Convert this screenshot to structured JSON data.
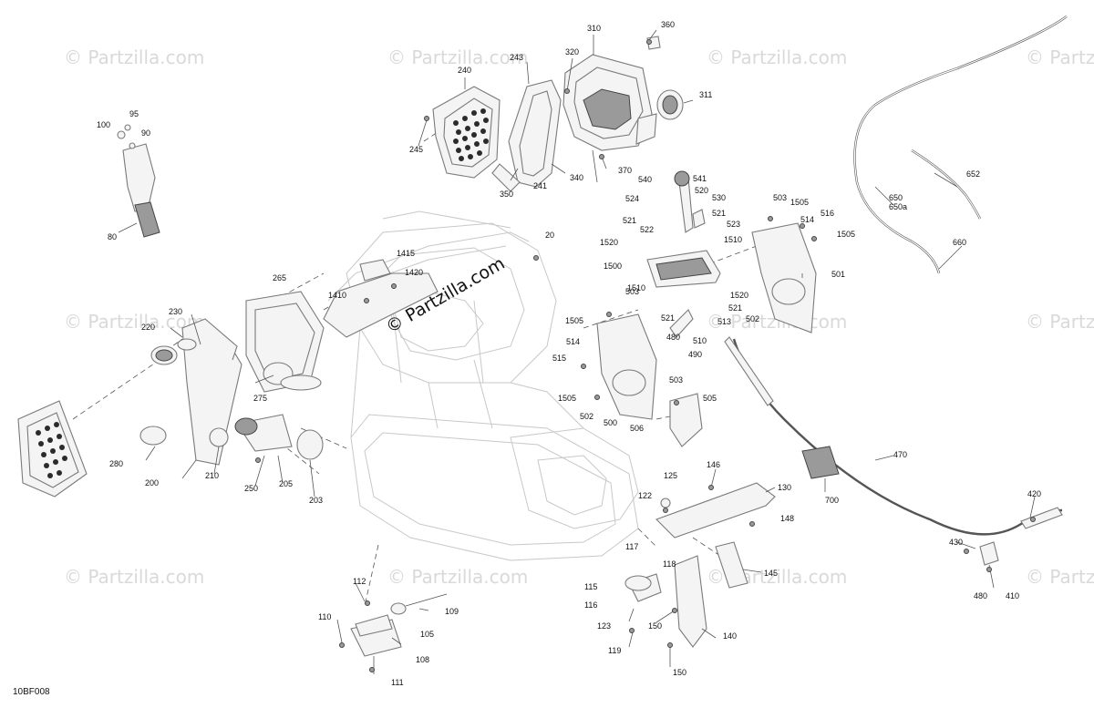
{
  "diagram": {
    "reference_code": "10BF008",
    "watermark_text": "© Partzilla.com",
    "callouts": [
      {
        "id": "c360",
        "label": "360"
      },
      {
        "id": "c310",
        "label": "310"
      },
      {
        "id": "c320",
        "label": "320"
      },
      {
        "id": "c243",
        "label": "243"
      },
      {
        "id": "c240",
        "label": "240"
      },
      {
        "id": "c311",
        "label": "311"
      },
      {
        "id": "c245",
        "label": "245"
      },
      {
        "id": "c370",
        "label": "370"
      },
      {
        "id": "c340",
        "label": "340"
      },
      {
        "id": "c241",
        "label": "241"
      },
      {
        "id": "c350",
        "label": "350"
      },
      {
        "id": "c100",
        "label": "100"
      },
      {
        "id": "c95",
        "label": "95"
      },
      {
        "id": "c90",
        "label": "90"
      },
      {
        "id": "c80",
        "label": "80"
      },
      {
        "id": "c540",
        "label": "540"
      },
      {
        "id": "c541",
        "label": "541"
      },
      {
        "id": "c520a",
        "label": "520"
      },
      {
        "id": "c530",
        "label": "530"
      },
      {
        "id": "c524",
        "label": "524"
      },
      {
        "id": "c521a",
        "label": "521"
      },
      {
        "id": "c522",
        "label": "522"
      },
      {
        "id": "c521b",
        "label": "521"
      },
      {
        "id": "c523",
        "label": "523"
      },
      {
        "id": "c503a",
        "label": "503"
      },
      {
        "id": "c1505a",
        "label": "1505"
      },
      {
        "id": "c514a",
        "label": "514"
      },
      {
        "id": "c516",
        "label": "516"
      },
      {
        "id": "c1505b",
        "label": "1505"
      },
      {
        "id": "c650",
        "label": "650"
      },
      {
        "id": "c650a",
        "label": "650a"
      },
      {
        "id": "c652",
        "label": "652"
      },
      {
        "id": "c660",
        "label": "660"
      },
      {
        "id": "c1520a",
        "label": "1520"
      },
      {
        "id": "c1510a",
        "label": "1510"
      },
      {
        "id": "c1500",
        "label": "1500"
      },
      {
        "id": "c501",
        "label": "501"
      },
      {
        "id": "c1510b",
        "label": "1510"
      },
      {
        "id": "c1520b",
        "label": "1520"
      },
      {
        "id": "c521c",
        "label": "521"
      },
      {
        "id": "c502a",
        "label": "502"
      },
      {
        "id": "c513",
        "label": "513"
      },
      {
        "id": "c20",
        "label": "20"
      },
      {
        "id": "c1415",
        "label": "1415"
      },
      {
        "id": "c1420",
        "label": "1420"
      },
      {
        "id": "c1410",
        "label": "1410"
      },
      {
        "id": "c265",
        "label": "265"
      },
      {
        "id": "c230",
        "label": "230"
      },
      {
        "id": "c220",
        "label": "220"
      },
      {
        "id": "c503b",
        "label": "503"
      },
      {
        "id": "c1505c",
        "label": "1505"
      },
      {
        "id": "c514b",
        "label": "514"
      },
      {
        "id": "c515",
        "label": "515"
      },
      {
        "id": "c521d",
        "label": "521"
      },
      {
        "id": "c480a",
        "label": "480"
      },
      {
        "id": "c510",
        "label": "510"
      },
      {
        "id": "c490",
        "label": "490"
      },
      {
        "id": "c1505d",
        "label": "1505"
      },
      {
        "id": "c503c",
        "label": "503"
      },
      {
        "id": "c505",
        "label": "505"
      },
      {
        "id": "c502b",
        "label": "502"
      },
      {
        "id": "c500",
        "label": "500"
      },
      {
        "id": "c506",
        "label": "506"
      },
      {
        "id": "c275",
        "label": "275"
      },
      {
        "id": "c280",
        "label": "280"
      },
      {
        "id": "c210",
        "label": "210"
      },
      {
        "id": "c200",
        "label": "200"
      },
      {
        "id": "c250",
        "label": "250"
      },
      {
        "id": "c205",
        "label": "205"
      },
      {
        "id": "c203",
        "label": "203"
      },
      {
        "id": "c470",
        "label": "470"
      },
      {
        "id": "c700",
        "label": "700"
      },
      {
        "id": "c146",
        "label": "146"
      },
      {
        "id": "c125",
        "label": "125"
      },
      {
        "id": "c130",
        "label": "130"
      },
      {
        "id": "c122",
        "label": "122"
      },
      {
        "id": "c148",
        "label": "148"
      },
      {
        "id": "c420",
        "label": "420"
      },
      {
        "id": "c117",
        "label": "117"
      },
      {
        "id": "c118",
        "label": "118"
      },
      {
        "id": "c145",
        "label": "145"
      },
      {
        "id": "c430",
        "label": "430"
      },
      {
        "id": "c112",
        "label": "112"
      },
      {
        "id": "c115",
        "label": "115"
      },
      {
        "id": "c116",
        "label": "116"
      },
      {
        "id": "c109",
        "label": "109"
      },
      {
        "id": "c110",
        "label": "110"
      },
      {
        "id": "c105",
        "label": "105"
      },
      {
        "id": "c123",
        "label": "123"
      },
      {
        "id": "c150a",
        "label": "150"
      },
      {
        "id": "c480b",
        "label": "480"
      },
      {
        "id": "c410",
        "label": "410"
      },
      {
        "id": "c140",
        "label": "140"
      },
      {
        "id": "c108",
        "label": "108"
      },
      {
        "id": "c119",
        "label": "119"
      },
      {
        "id": "c150b",
        "label": "150"
      },
      {
        "id": "c111",
        "label": "111"
      }
    ]
  }
}
